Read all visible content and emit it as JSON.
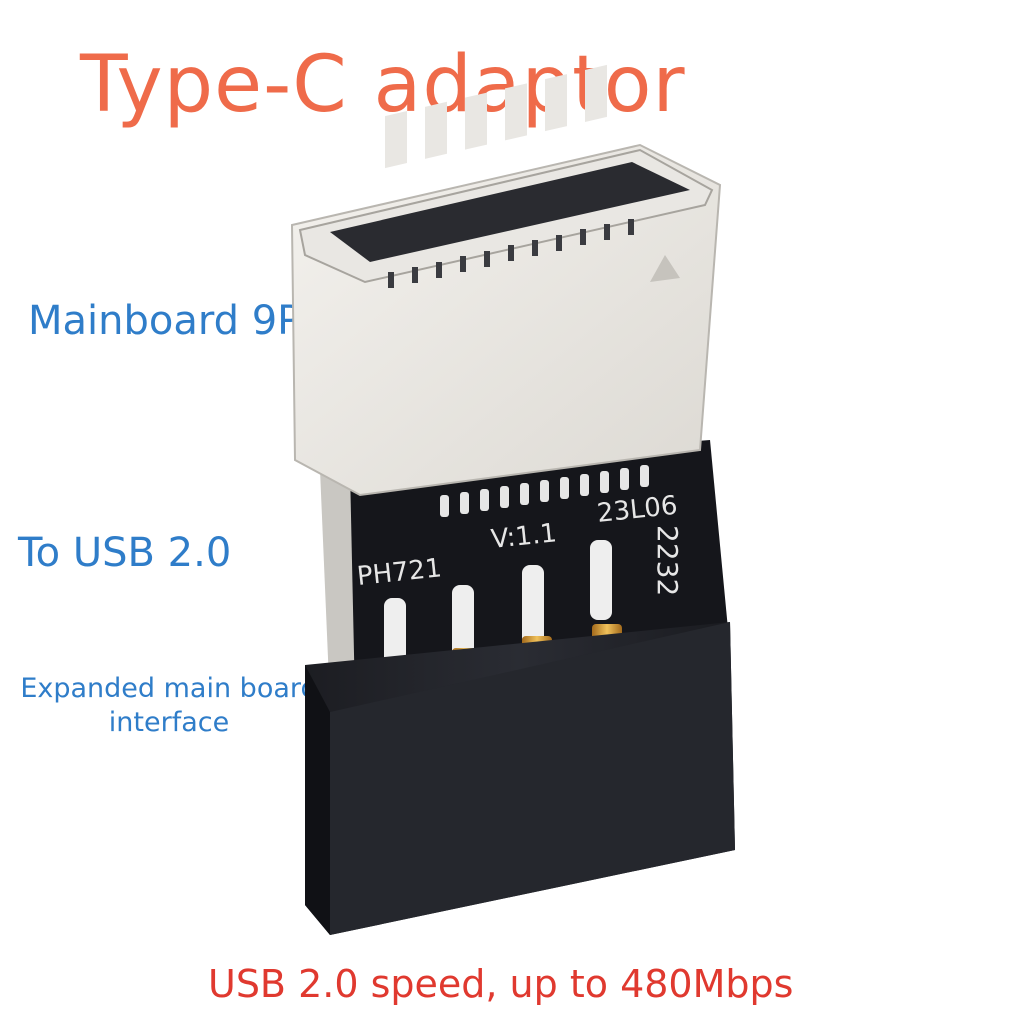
{
  "title": "Type-C adaptor",
  "labels": {
    "mainboard": "Mainboard 9P",
    "usb": "To USB 2.0",
    "expanded": "Expanded main board interface"
  },
  "footer": "USB 2.0 speed, up to 480Mbps",
  "pcb": {
    "model": "PH721",
    "version": "V:1.1",
    "date": "23L06",
    "side": "2232"
  },
  "colors": {
    "title": "#ef6b4a",
    "labels": "#2f7dc9",
    "footer": "#e0392f"
  }
}
